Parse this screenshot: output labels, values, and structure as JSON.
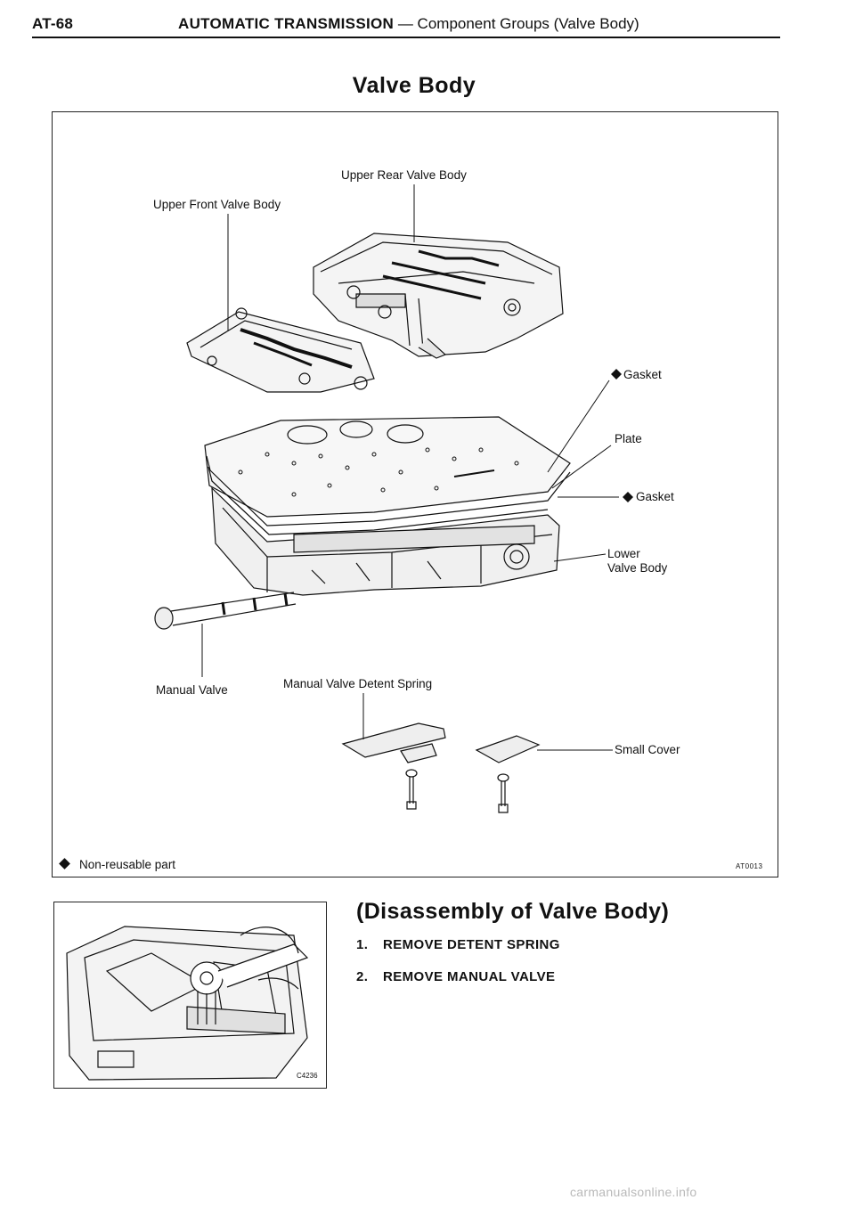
{
  "header": {
    "page_code": "AT-68",
    "section": "AUTOMATIC TRANSMISSION",
    "separator": "—",
    "subsection": "Component Groups (Valve Body)"
  },
  "page_title": "Valve Body",
  "figure": {
    "callouts": {
      "upper_rear_valve_body": "Upper Rear Valve Body",
      "upper_front_valve_body": "Upper Front Valve Body",
      "gasket_upper": "Gasket",
      "plate": "Plate",
      "gasket_lower": "Gasket",
      "lower_valve_body_line1": "Lower",
      "lower_valve_body_line2": "Valve Body",
      "manual_valve": "Manual Valve",
      "manual_valve_detent_spring": "Manual Valve Detent Spring",
      "small_cover": "Small Cover"
    },
    "legend": "Non-reusable part",
    "figure_code": "AT0013",
    "non_reusable_marker_icon": "filled-diamond"
  },
  "photo": {
    "code": "C4236"
  },
  "disassembly": {
    "title": "(Disassembly of Valve Body)",
    "steps": [
      {
        "number": "1.",
        "text": "REMOVE DETENT SPRING"
      },
      {
        "number": "2.",
        "text": "REMOVE MANUAL VALVE"
      }
    ]
  },
  "footer": {
    "watermark": "carmanualsonline.info"
  },
  "colors": {
    "ink": "#111111",
    "watermark": "#b9b9b9",
    "paper": "#ffffff"
  }
}
